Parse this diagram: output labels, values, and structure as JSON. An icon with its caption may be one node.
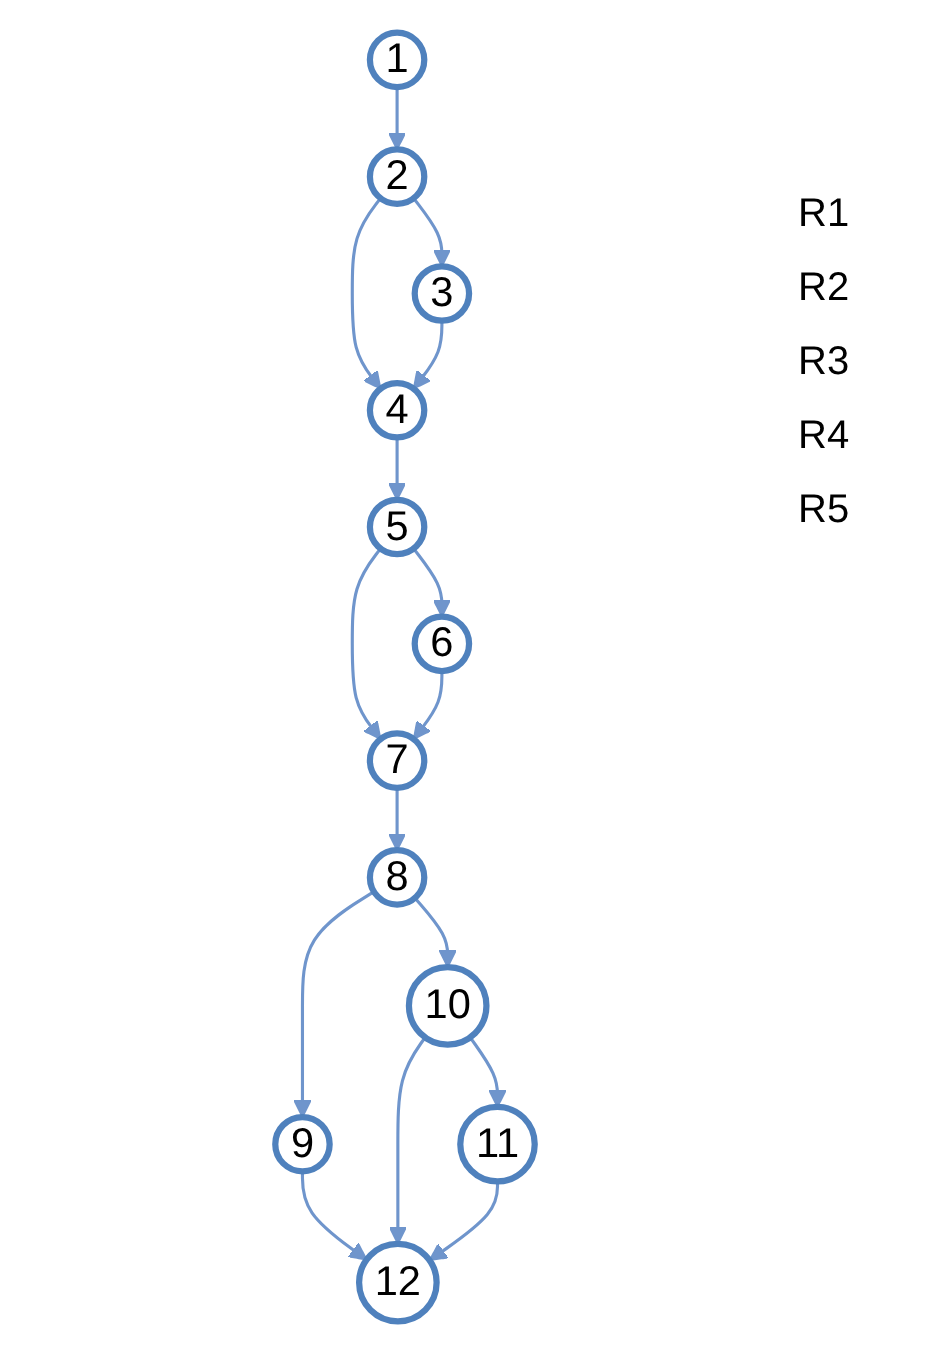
{
  "diagram": {
    "nodes": [
      {
        "text": [
          "1"
        ]
      },
      {
        "text": [
          "2"
        ]
      },
      {
        "text": [
          "3"
        ]
      },
      {
        "text": [
          "4"
        ]
      },
      {
        "text": [
          "5"
        ]
      },
      {
        "text": [
          "6"
        ]
      },
      {
        "text": [
          "7"
        ]
      },
      {
        "text": [
          "8"
        ]
      },
      {
        "text": [
          "9"
        ]
      },
      {
        "text": [
          "10"
        ]
      },
      {
        "text": [
          "11"
        ]
      },
      {
        "text": [
          "12"
        ]
      }
    ],
    "edges": [
      {
        "from": 0,
        "to": 1,
        "arrow": "to"
      },
      {
        "from": 1,
        "to": 2,
        "arrow": "to"
      },
      {
        "from": 1,
        "to": 3,
        "arrow": "to"
      },
      {
        "from": 2,
        "to": 3,
        "arrow": "to"
      },
      {
        "from": 3,
        "to": 4,
        "arrow": "to"
      },
      {
        "from": 4,
        "to": 5,
        "arrow": "to"
      },
      {
        "from": 4,
        "to": 6,
        "arrow": "to"
      },
      {
        "from": 5,
        "to": 6,
        "arrow": "to"
      },
      {
        "from": 6,
        "to": 7,
        "arrow": "to"
      },
      {
        "from": 7,
        "to": 8,
        "arrow": "to"
      },
      {
        "from": 7,
        "to": 9,
        "arrow": "to"
      },
      {
        "from": 8,
        "to": 11,
        "arrow": "to"
      },
      {
        "from": 9,
        "to": 11,
        "arrow": "to"
      },
      {
        "from": 9,
        "to": 10,
        "arrow": "to"
      },
      {
        "from": 10,
        "to": 11,
        "arrow": "to"
      }
    ],
    "labels": [
      "R1",
      "R2",
      "R3",
      "R4",
      "R5"
    ]
  }
}
